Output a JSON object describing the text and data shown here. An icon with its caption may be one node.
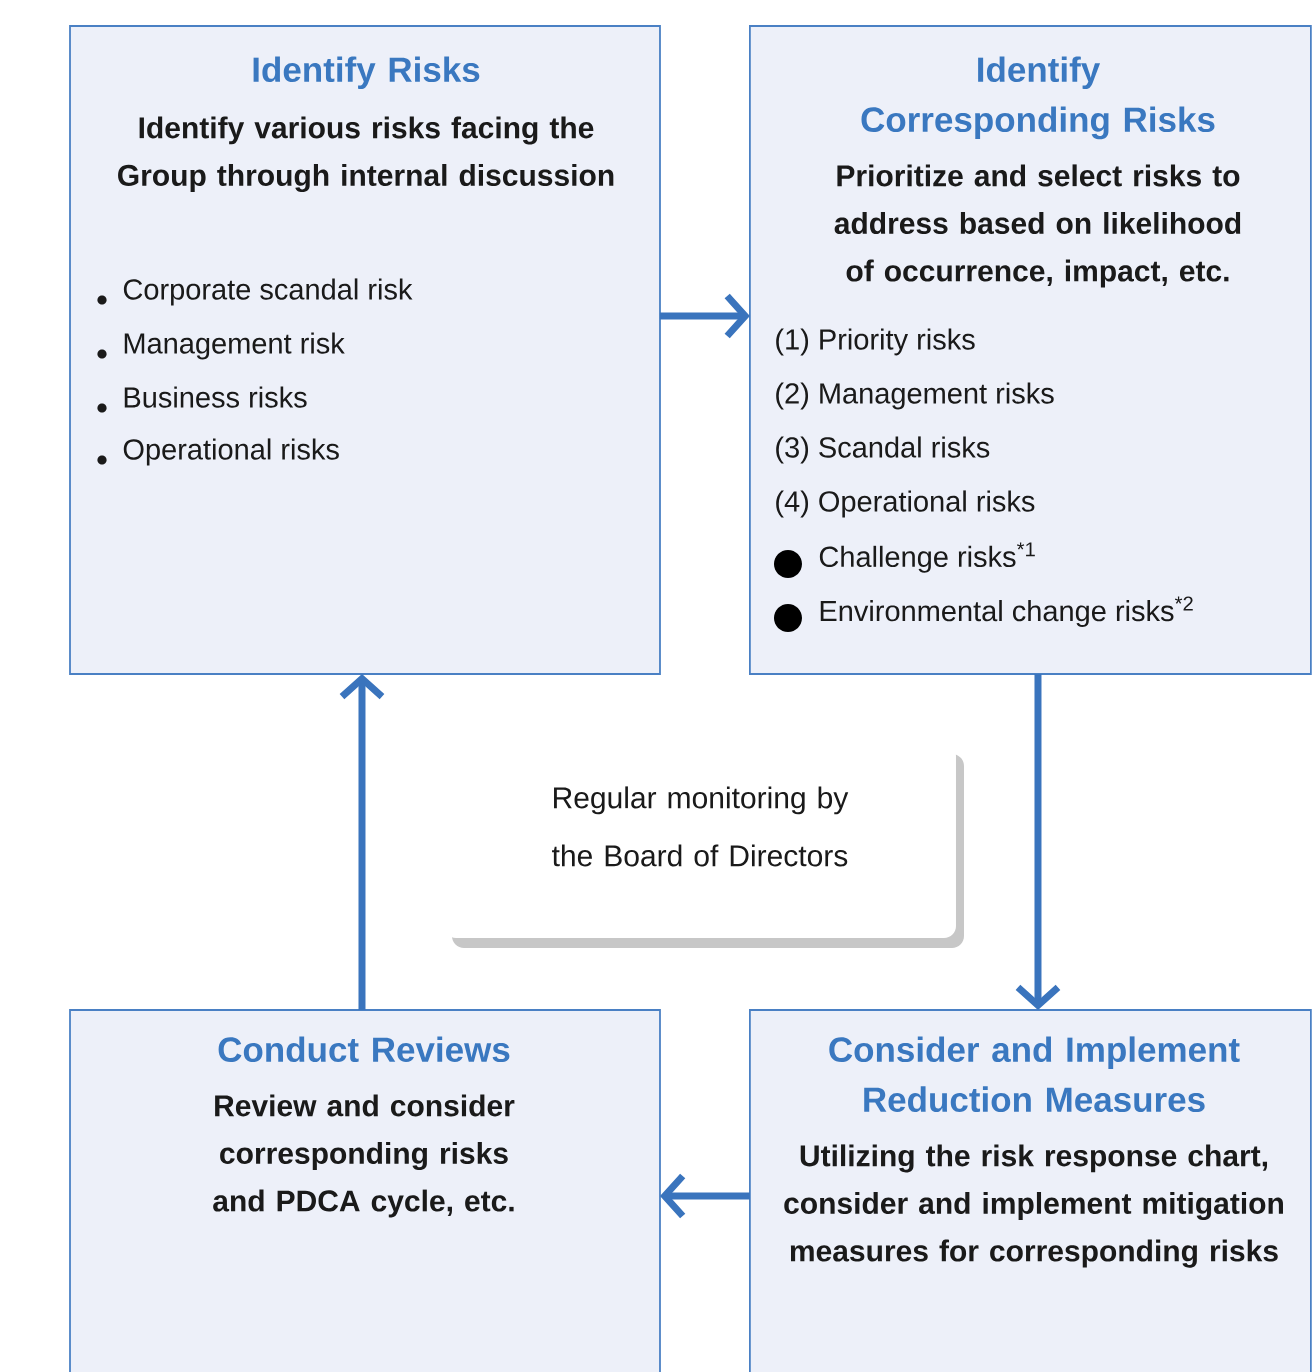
{
  "diagram": {
    "nodes": [
      {
        "text": [
          "Identify Risks",
          "Identify various risks facing the Group through internal discussion",
          "Corporate scandal risk",
          "Management risk",
          "Business risks",
          "Operational risks"
        ]
      },
      {
        "text": [
          "Identify Corresponding Risks",
          "Prioritize and select risks to address based on likelihood of occurrence, impact, etc.",
          "(1) Priority risks",
          "(2) Management risks",
          "(3) Scandal risks",
          "(4) Operational risks",
          "Challenge risks$^{*1}$",
          "Environmental change risks$^{*2}$"
        ]
      },
      {
        "text": [
          "Consider and Implement Reduction Measures",
          "Utilizing the risk response chart, consider and implement mitigation measures for corresponding risks"
        ]
      },
      {
        "text": [
          "Conduct Reviews",
          "Review and consider corresponding risks and PDCA cycle, etc."
        ]
      },
      {
        "text": [
          "Regular monitoring by the Board of Directors"
        ]
      }
    ],
    "edges": [
      {
        "from": 0,
        "to": 1,
        "arrow": "to"
      },
      {
        "from": 1,
        "to": 2,
        "arrow": "to"
      },
      {
        "from": 2,
        "to": 3,
        "arrow": "to"
      },
      {
        "from": 3,
        "to": 0,
        "arrow": "to"
      }
    ]
  }
}
